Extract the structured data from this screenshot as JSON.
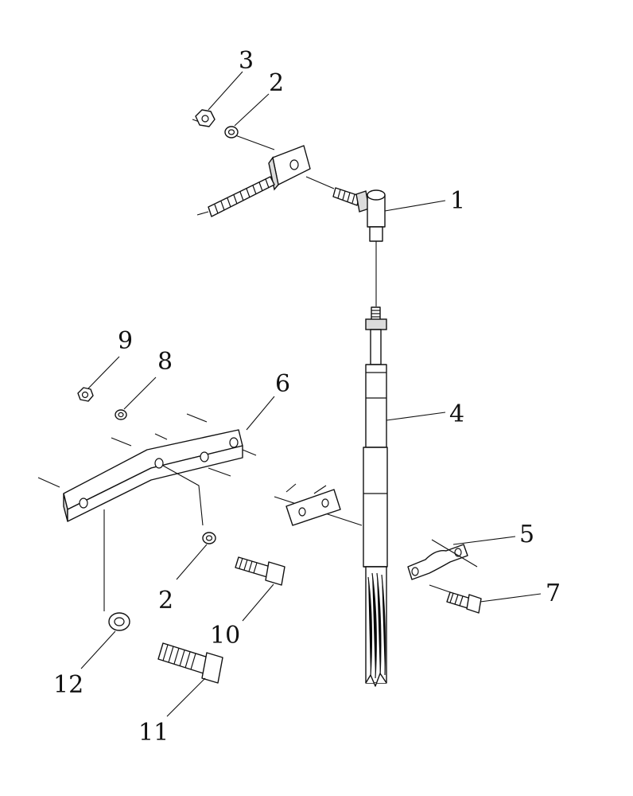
{
  "diagram": {
    "callouts": [
      {
        "id": "c1",
        "label": "1"
      },
      {
        "id": "c2a",
        "label": "2"
      },
      {
        "id": "c3",
        "label": "3"
      },
      {
        "id": "c4",
        "label": "4"
      },
      {
        "id": "c5",
        "label": "5"
      },
      {
        "id": "c6",
        "label": "6"
      },
      {
        "id": "c7",
        "label": "7"
      },
      {
        "id": "c8",
        "label": "8"
      },
      {
        "id": "c9",
        "label": "9"
      },
      {
        "id": "c2b",
        "label": "2"
      },
      {
        "id": "c10",
        "label": "10"
      },
      {
        "id": "c11",
        "label": "11"
      },
      {
        "id": "c12",
        "label": "12"
      }
    ]
  }
}
